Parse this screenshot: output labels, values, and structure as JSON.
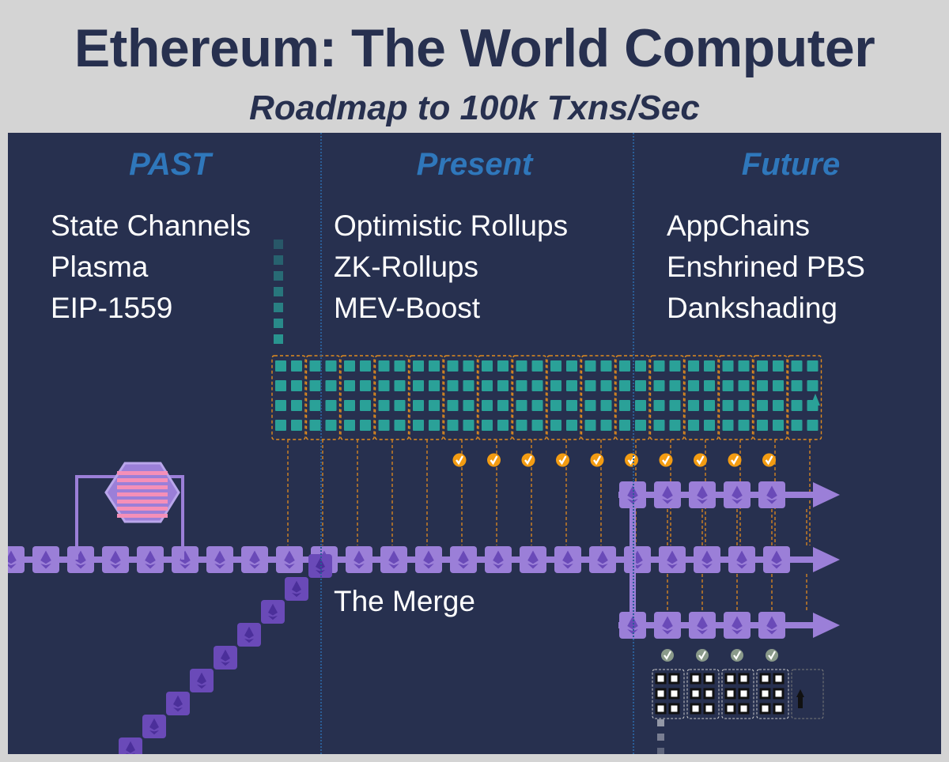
{
  "title": "Ethereum: The World Computer",
  "subtitle": "Roadmap to 100k Txns/Sec",
  "eras": [
    {
      "label": "PAST",
      "items": [
        "State Channels",
        "Plasma",
        "EIP-1559"
      ]
    },
    {
      "label": "Present",
      "items": [
        "Optimistic Rollups",
        "ZK-Rollups",
        "MEV-Boost"
      ]
    },
    {
      "label": "Future",
      "items": [
        "AppChains",
        "Enshrined PBS",
        "Dankshading"
      ]
    }
  ],
  "merge_label": "The Merge",
  "colors": {
    "background": "#d4d4d4",
    "panel": "#27304f",
    "title": "#27304f",
    "era_label": "#2f77bb",
    "text": "#ffffff",
    "beacon_block": "#9b7fd8",
    "beacon_block_dark": "#6a4ab8",
    "rollup_block": "#2aa198",
    "check_badge": "#f39c12",
    "plasma_stripe": "#f58fb8",
    "connector": "#e08a1e"
  },
  "icons": [
    "ethereum-diamond-icon",
    "check-badge-icon",
    "plasma-hexagon-icon",
    "arrow-right-icon"
  ]
}
